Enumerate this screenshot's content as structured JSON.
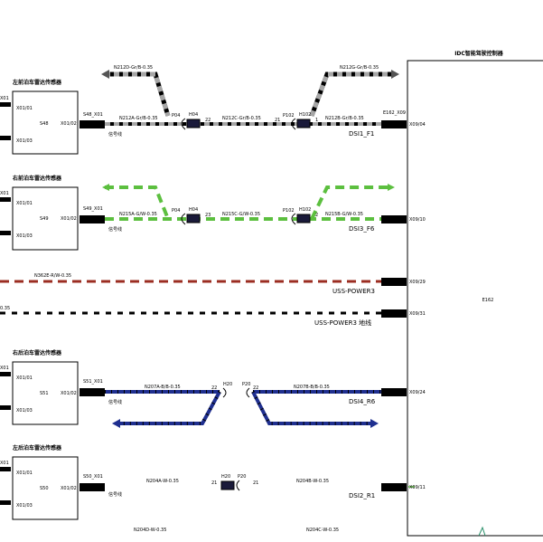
{
  "ecu": {
    "title": "IDC智能驾驶控制器",
    "name": "E162"
  },
  "sensors": [
    {
      "title": "左前泊车雷达传感器",
      "id": "S48",
      "pin_a": "X01/01",
      "pin_b": "X01/02",
      "pin_c": "X01/03",
      "conn": "S48_X01"
    },
    {
      "title": "右前泊车雷达传感器",
      "id": "S49",
      "pin_a": "X01/01",
      "pin_b": "X01/02",
      "pin_c": "X01/03",
      "conn": "S49_X01"
    },
    {
      "title": "右后泊车雷达传感器",
      "id": "S51",
      "pin_a": "X01/01",
      "pin_b": "X01/02",
      "pin_c": "X01/03",
      "conn": "S51_X01"
    },
    {
      "title": "左后泊车雷达传感器",
      "id": "S50",
      "pin_a": "X01/01",
      "pin_b": "X01/02",
      "pin_c": "X01/03",
      "conn": "S50_X01"
    }
  ],
  "edge_pins": [
    "X01",
    "X01",
    "X01",
    "X01"
  ],
  "signal_label": "信号线",
  "wires": {
    "w1_top_left": "N212D-Gr/B-0.35",
    "w1_top_right": "N212G-Gr/B-0.35",
    "w1_a": "N212A-Gr/B-0.35",
    "w1_c": "N212C-Gr/B-0.35",
    "w1_b": "N212B-Gr/B-0.35",
    "w2_a": "N215A-G/W-0.35",
    "w2_c": "N215C-G/W-0.35",
    "w2_b": "N215B-G/W-0.35",
    "w3": "N362E-R/W-0.35",
    "w4": "0.35",
    "w5_a": "N207A-B/B-0.35",
    "w5_b": "N207B-B/B-0.35",
    "w6_a": "N204A-W-0.35",
    "w6_b": "N204B-W-0.35",
    "w6_c": "N204C-W-0.35",
    "w6_d": "N204D-W-0.35"
  },
  "connectors": {
    "p04": "P04",
    "h04": "H04",
    "p102": "P102",
    "h102": "H102",
    "h20": "H20",
    "p20": "P20",
    "e162_x09": "E162_X09"
  },
  "pin_numbers": {
    "n22": "22",
    "n21": "21",
    "n1": "1",
    "n23": "23",
    "n2": "2"
  },
  "ecu_pins": [
    "X09/04",
    "X09/10",
    "X09/29",
    "X09/31",
    "X09/24",
    "X09/11"
  ],
  "signals": {
    "dsi1": "DSI1_F1",
    "dsi3": "DSI3_F6",
    "uss_power": "USS-POWER3",
    "uss_ground": "USS-POWER3 地线",
    "dsi4": "DSI4_R6",
    "dsi2": "DSI2_R1"
  },
  "colors": {
    "gray_wire": "#a6a6a6",
    "green_wire": "#5cbf3f",
    "red_wire": "#9b2d22",
    "blue_wire": "#1f2f8f",
    "black": "#000000"
  }
}
